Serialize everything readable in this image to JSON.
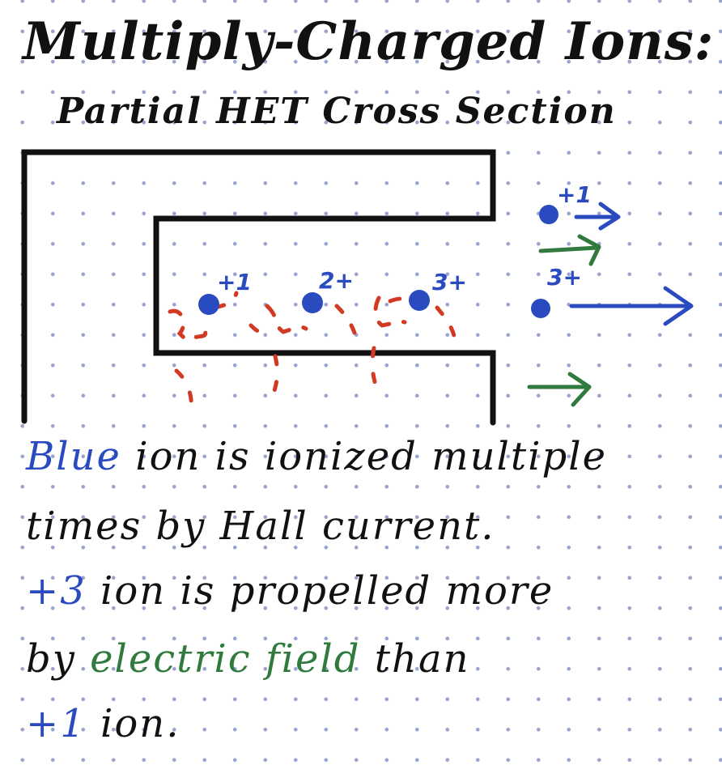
{
  "title": "Multiply-Charged Ions:",
  "subtitle": "Partial HET Cross Section",
  "colors": {
    "ink": "#111111",
    "ion": "#2a4bbf",
    "field": "#2f7a3c",
    "electron": "#d23a23",
    "dot_grid": "#9aa3d0"
  },
  "ions_in_channel": [
    {
      "label": "+1"
    },
    {
      "label": "2+"
    },
    {
      "label": "3+"
    }
  ],
  "ions_exiting": [
    {
      "label": "+1"
    },
    {
      "label": "3+"
    }
  ],
  "notes": {
    "line1": {
      "blue": "Blue",
      "rest": "ion is ionized multiple"
    },
    "line2": "times by Hall current.",
    "line3": {
      "blue": "+3",
      "rest": "ion is propelled more"
    },
    "line4": {
      "start": "by",
      "green": "electric field",
      "end": "than"
    },
    "line5": {
      "blue": "+1",
      "rest": "ion."
    }
  }
}
